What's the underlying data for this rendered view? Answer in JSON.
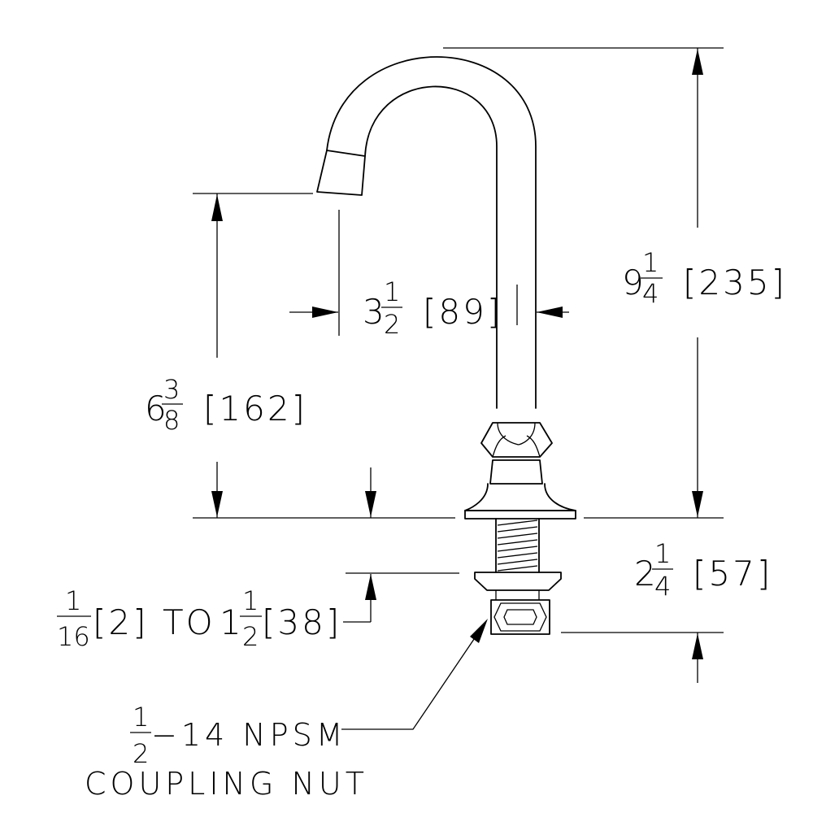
{
  "dimensions": {
    "overall_height": {
      "whole": "9",
      "num": "1",
      "den": "4",
      "metric": "[235]"
    },
    "spout_outlet_height": {
      "whole": "6",
      "num": "3",
      "den": "8",
      "metric": "[162]"
    },
    "spout_reach": {
      "whole": "3",
      "num": "1",
      "den": "2",
      "metric": "[89]"
    },
    "shank_length": {
      "whole": "2",
      "num": "1",
      "den": "4",
      "metric": "[57]"
    },
    "mounting_range": {
      "min_num": "1",
      "min_den": "16",
      "min_metric": "[2]",
      "word": "TO",
      "max_whole": "1",
      "max_num": "1",
      "max_den": "2",
      "max_metric": "[38]"
    }
  },
  "callout": {
    "num": "1",
    "den": "2",
    "thread": "−14 NPSM",
    "name": "COUPLING NUT"
  }
}
